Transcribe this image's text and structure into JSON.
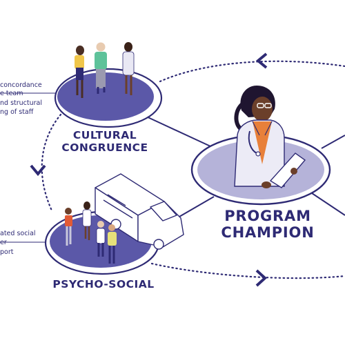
{
  "nodes": {
    "cultural": {
      "title_line1": "CULTURAL",
      "title_line2": "CONGRUENCE",
      "notes": [
        "concordance",
        "e team",
        "nd structural",
        "ng of staff"
      ]
    },
    "psycho": {
      "title": "PSYCHO-SOCIAL",
      "notes": [
        "ated social",
        "er",
        "port"
      ]
    },
    "champion": {
      "title_line1": "PROGRAM",
      "title_line2": "CHAMPION"
    }
  },
  "colors": {
    "navy": "#2e2a74",
    "ellipse_fill": "#5b58a8",
    "champion_fill": "#b5b3d9",
    "white": "#ffffff",
    "scrub_orange": "#e8803a",
    "skin_dark": "#6b3f2a"
  }
}
